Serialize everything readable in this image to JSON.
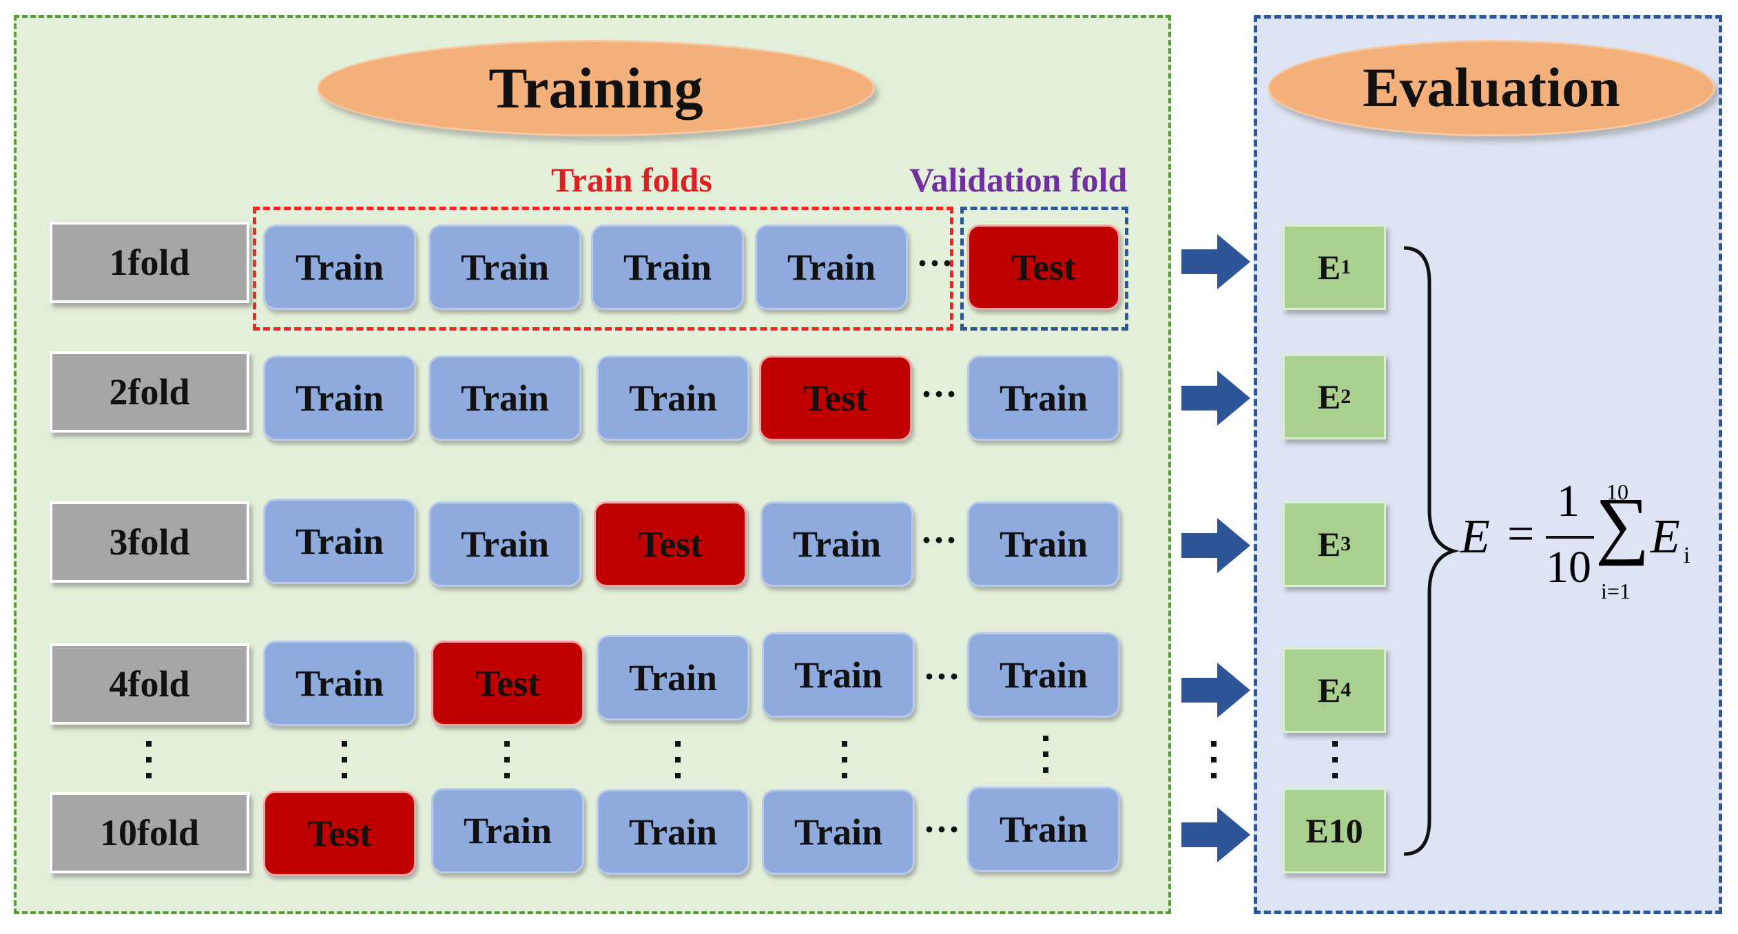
{
  "training": {
    "title": "Training",
    "train_folds_label": "Train folds",
    "validation_fold_label": "Validation fold"
  },
  "evaluation": {
    "title": "Evaluation",
    "boxes": [
      {
        "main": "E",
        "sub": "1"
      },
      {
        "main": "E",
        "sub": "2"
      },
      {
        "main": "E",
        "sub": "3"
      },
      {
        "main": "E",
        "sub": "4"
      },
      {
        "main": "E10",
        "sub": ""
      }
    ]
  },
  "folds": [
    {
      "label": "1fold",
      "cells": [
        "Train",
        "Train",
        "Train",
        "Train",
        "Test"
      ]
    },
    {
      "label": "2fold",
      "cells": [
        "Train",
        "Train",
        "Train",
        "Test",
        "Train"
      ]
    },
    {
      "label": "3fold",
      "cells": [
        "Train",
        "Train",
        "Test",
        "Train",
        "Train"
      ]
    },
    {
      "label": "4fold",
      "cells": [
        "Train",
        "Test",
        "Train",
        "Train",
        "Train"
      ]
    },
    {
      "label": "10fold",
      "cells": [
        "Test",
        "Train",
        "Train",
        "Train",
        "Train"
      ]
    }
  ],
  "formula": {
    "lhs": "E",
    "eq": "=",
    "num": "1",
    "den": "10",
    "sum_upper": "10",
    "sum_lower": "i=1",
    "term": "E",
    "term_sub": "i"
  },
  "colors": {
    "train": "#8faadc",
    "test": "#c00000",
    "fold_label": "#a6a6a6",
    "eval_box": "#a9d08e",
    "arrow": "#2e5597",
    "train_folds_text": "#e02020",
    "validation_text": "#7030a0"
  }
}
